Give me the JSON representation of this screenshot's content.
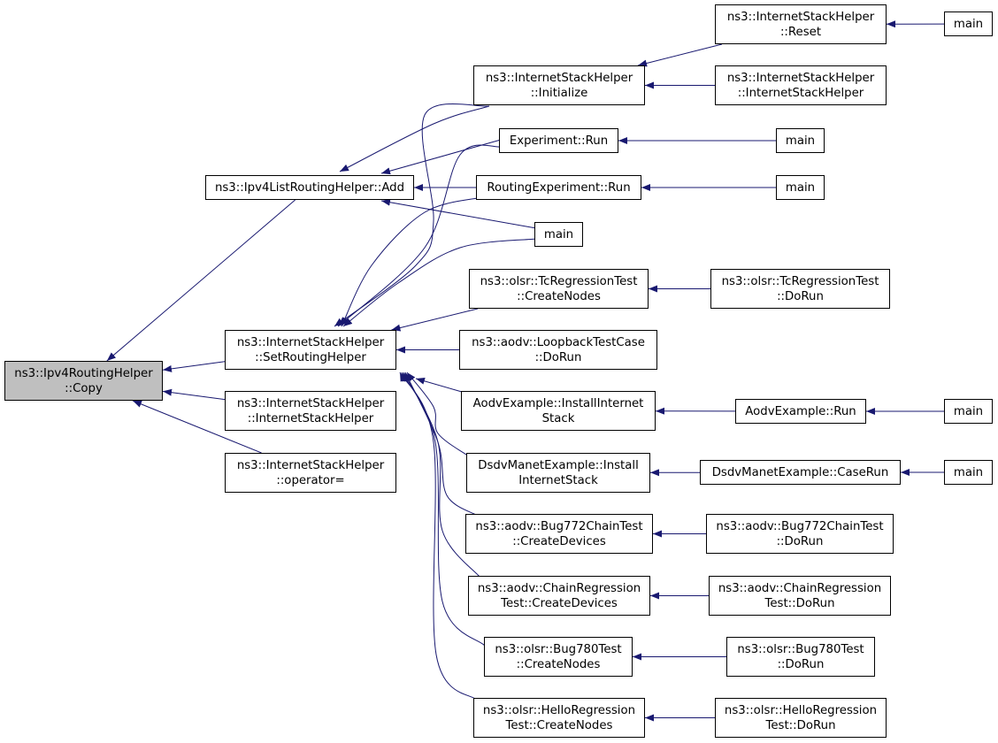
{
  "graph": {
    "edge_color": "#191970",
    "root_fill": "#bfbfbf",
    "nodes": {
      "copy": {
        "lines": [
          "ns3::Ipv4RoutingHelper",
          "::Copy"
        ]
      },
      "listAdd": {
        "lines": [
          "ns3::Ipv4ListRoutingHelper::Add"
        ]
      },
      "setRouting": {
        "lines": [
          "ns3::InternetStackHelper",
          "::SetRoutingHelper"
        ]
      },
      "ishCtor": {
        "lines": [
          "ns3::InternetStackHelper",
          "::InternetStackHelper"
        ]
      },
      "ishOpEq": {
        "lines": [
          "ns3::InternetStackHelper",
          "::operator="
        ]
      },
      "ishInit": {
        "lines": [
          "ns3::InternetStackHelper",
          "::Initialize"
        ]
      },
      "ishReset": {
        "lines": [
          "ns3::InternetStackHelper",
          "::Reset"
        ]
      },
      "ishCtor2": {
        "lines": [
          "ns3::InternetStackHelper",
          "::InternetStackHelper"
        ]
      },
      "mainReset": {
        "lines": [
          "main"
        ]
      },
      "expRun": {
        "lines": [
          "Experiment::Run"
        ]
      },
      "mainExp": {
        "lines": [
          "main"
        ]
      },
      "routExpRun": {
        "lines": [
          "RoutingExperiment::Run"
        ]
      },
      "mainRout": {
        "lines": [
          "main"
        ]
      },
      "mainMid": {
        "lines": [
          "main"
        ]
      },
      "tcCreate": {
        "lines": [
          "ns3::olsr::TcRegressionTest",
          "::CreateNodes"
        ]
      },
      "tcRun": {
        "lines": [
          "ns3::olsr::TcRegressionTest",
          "::DoRun"
        ]
      },
      "loopback": {
        "lines": [
          "ns3::aodv::LoopbackTestCase",
          "::DoRun"
        ]
      },
      "aodvInstall": {
        "lines": [
          "AodvExample::InstallInternet",
          "Stack"
        ]
      },
      "aodvRun": {
        "lines": [
          "AodvExample::Run"
        ]
      },
      "mainAodv": {
        "lines": [
          "main"
        ]
      },
      "dsdvInstall": {
        "lines": [
          "DsdvManetExample::Install",
          "InternetStack"
        ]
      },
      "dsdvCase": {
        "lines": [
          "DsdvManetExample::CaseRun"
        ]
      },
      "mainDsdv": {
        "lines": [
          "main"
        ]
      },
      "bug772Create": {
        "lines": [
          "ns3::aodv::Bug772ChainTest",
          "::CreateDevices"
        ]
      },
      "bug772Run": {
        "lines": [
          "ns3::aodv::Bug772ChainTest",
          "::DoRun"
        ]
      },
      "chainCreate": {
        "lines": [
          "ns3::aodv::ChainRegression",
          "Test::CreateDevices"
        ]
      },
      "chainRun": {
        "lines": [
          "ns3::aodv::ChainRegression",
          "Test::DoRun"
        ]
      },
      "bug780Create": {
        "lines": [
          "ns3::olsr::Bug780Test",
          "::CreateNodes"
        ]
      },
      "bug780Run": {
        "lines": [
          "ns3::olsr::Bug780Test",
          "::DoRun"
        ]
      },
      "helloCreate": {
        "lines": [
          "ns3::olsr::HelloRegression",
          "Test::CreateNodes"
        ]
      },
      "helloRun": {
        "lines": [
          "ns3::olsr::HelloRegression",
          "Test::DoRun"
        ]
      }
    },
    "edges": [
      [
        "listAdd",
        "copy"
      ],
      [
        "setRouting",
        "copy"
      ],
      [
        "ishCtor",
        "copy"
      ],
      [
        "ishOpEq",
        "copy"
      ],
      [
        "ishInit",
        "listAdd"
      ],
      [
        "expRun",
        "listAdd"
      ],
      [
        "routExpRun",
        "listAdd"
      ],
      [
        "mainMid",
        "listAdd"
      ],
      [
        "ishInit",
        "setRouting"
      ],
      [
        "expRun",
        "setRouting"
      ],
      [
        "routExpRun",
        "setRouting"
      ],
      [
        "mainMid",
        "setRouting"
      ],
      [
        "tcCreate",
        "setRouting"
      ],
      [
        "loopback",
        "setRouting"
      ],
      [
        "aodvInstall",
        "setRouting"
      ],
      [
        "dsdvInstall",
        "setRouting"
      ],
      [
        "bug772Create",
        "setRouting"
      ],
      [
        "chainCreate",
        "setRouting"
      ],
      [
        "bug780Create",
        "setRouting"
      ],
      [
        "helloCreate",
        "setRouting"
      ],
      [
        "ishReset",
        "ishInit"
      ],
      [
        "ishCtor2",
        "ishInit"
      ],
      [
        "mainReset",
        "ishReset"
      ],
      [
        "mainExp",
        "expRun"
      ],
      [
        "mainRout",
        "routExpRun"
      ],
      [
        "tcRun",
        "tcCreate"
      ],
      [
        "aodvRun",
        "aodvInstall"
      ],
      [
        "mainAodv",
        "aodvRun"
      ],
      [
        "dsdvCase",
        "dsdvInstall"
      ],
      [
        "mainDsdv",
        "dsdvCase"
      ],
      [
        "bug772Run",
        "bug772Create"
      ],
      [
        "chainRun",
        "chainCreate"
      ],
      [
        "bug780Run",
        "bug780Create"
      ],
      [
        "helloRun",
        "helloCreate"
      ]
    ]
  }
}
